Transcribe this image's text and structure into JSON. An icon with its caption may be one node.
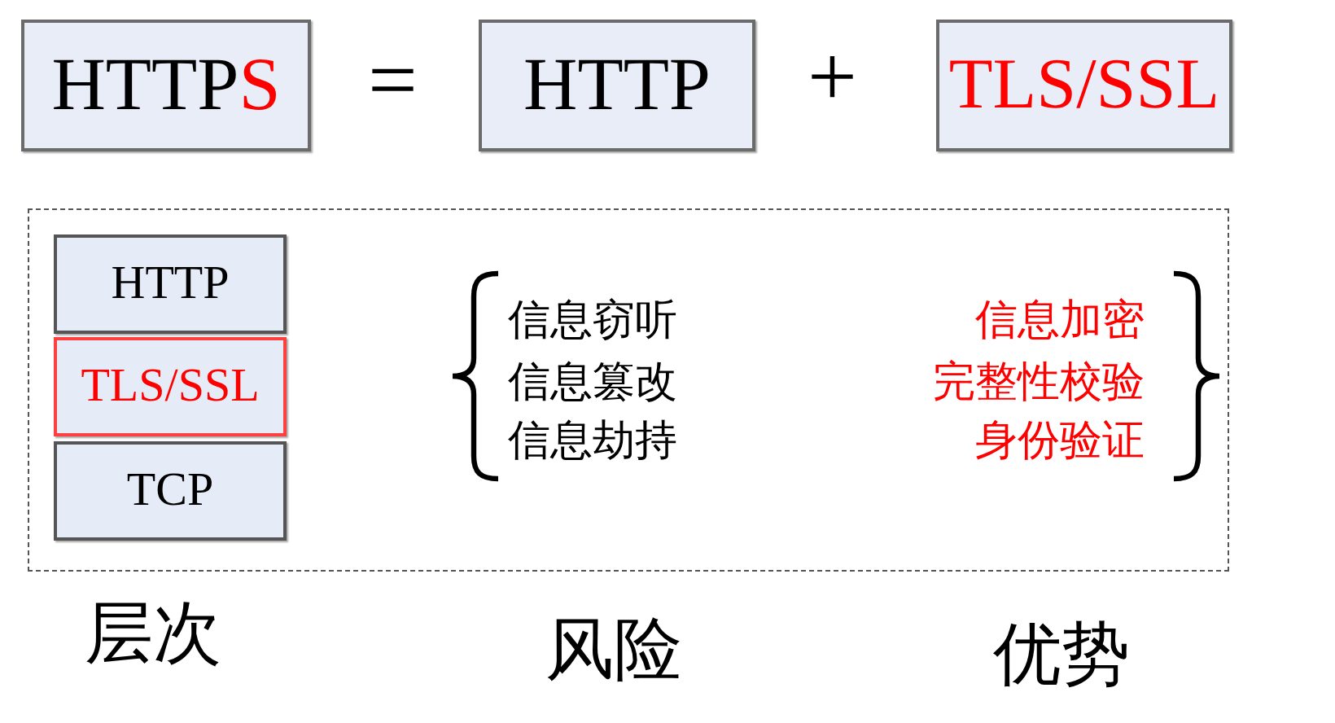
{
  "diagram": {
    "nodes": [
      {
        "text": [
          "HTTPS"
        ]
      },
      {
        "text": [
          "HTTP"
        ]
      },
      {
        "text": [
          "TLS/SSL"
        ]
      },
      {
        "text": [],
        "shape": "box"
      },
      {
        "text": [
          "HTTP"
        ],
        "in": 3
      },
      {
        "text": [
          "TLS/SSL"
        ],
        "in": 3
      },
      {
        "text": [
          "TCP"
        ],
        "in": 3
      }
    ],
    "labels": [
      "=",
      "+",
      "信息窃听",
      "信息篡改",
      "信息劫持",
      "信息加密",
      "完整性校验",
      "身份验证",
      "层次",
      "风险",
      "优势"
    ]
  }
}
